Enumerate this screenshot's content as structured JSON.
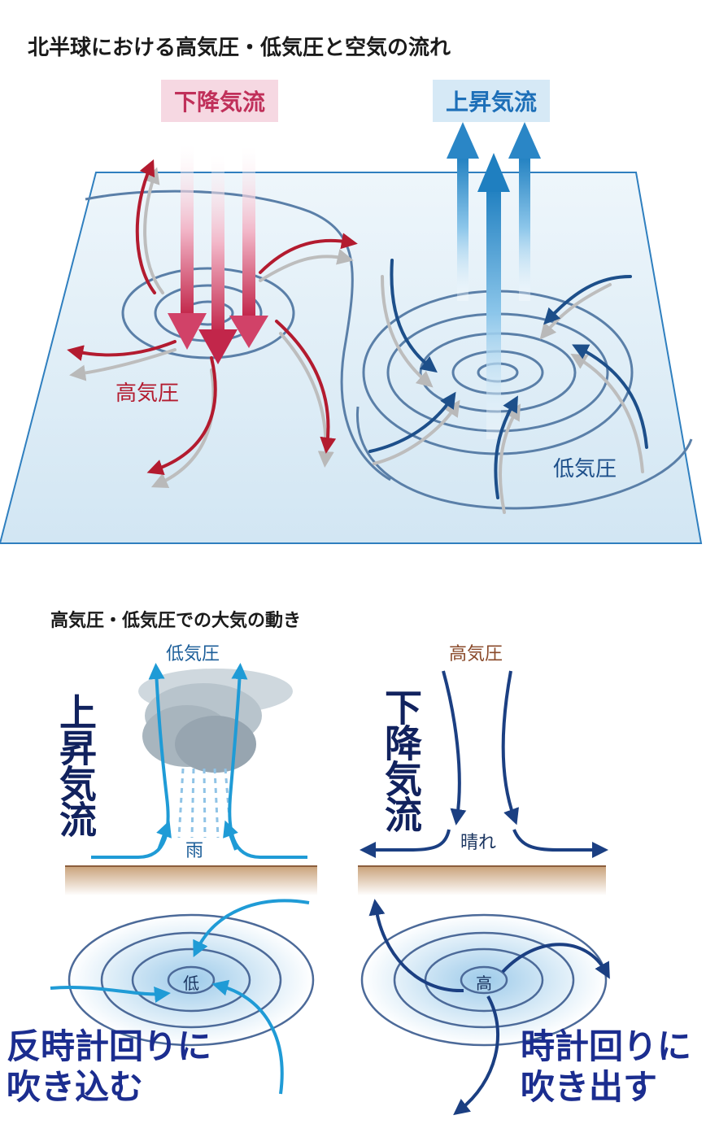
{
  "title_top": "北半球における高気圧・低気圧と空気の流れ",
  "chip_downdraft": "下降気流",
  "chip_updraft": "上昇気流",
  "label_high_top": "高気圧",
  "label_low_top": "低気圧",
  "title_bottom": "高気圧・低気圧での大気の動き",
  "label_low_bottom": "低気圧",
  "label_high_bottom": "高気圧",
  "vertical_updraft": "上昇気流",
  "vertical_downdraft": "下降気流",
  "label_rain": "雨",
  "label_sunny": "晴れ",
  "center_low": "低",
  "center_high": "高",
  "caption_left": [
    "反時計回りに",
    "吹き込む"
  ],
  "caption_right": [
    "時計回りに",
    "吹き出す"
  ],
  "colors": {
    "high": "#b31b2f",
    "low": "#1d4f8a",
    "light_blue": "#1f9bd6",
    "ground": "#d9b892"
  }
}
